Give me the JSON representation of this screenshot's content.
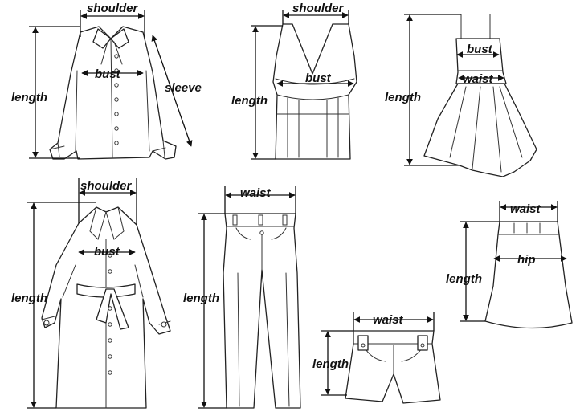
{
  "labels": {
    "shoulder": "shoulder",
    "bust": "bust",
    "length": "length",
    "sleeve": "sleeve",
    "waist": "waist",
    "hip": "hip"
  },
  "colors": {
    "line": "#111111",
    "garment_stroke": "#222222",
    "background": "#ffffff"
  }
}
